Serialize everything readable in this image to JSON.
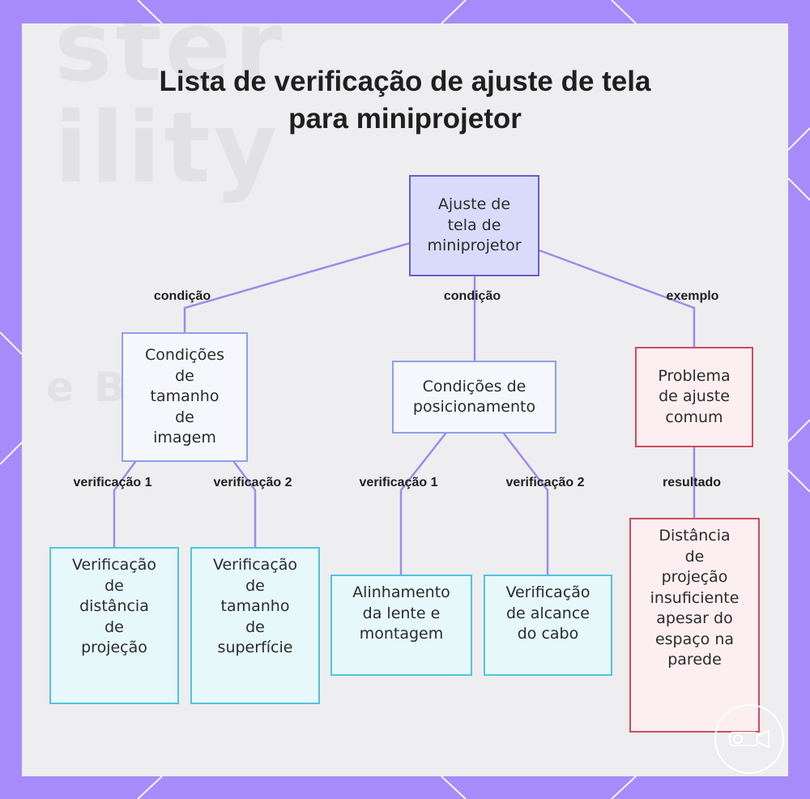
{
  "title": "Lista de verificação de ajuste de tela para miniprojetor",
  "nodes": {
    "root": "Ajuste de\ntela de\nminiprojetor",
    "image_size": "Condições\nde\ntamanho\nde\nimagem",
    "positioning": "Condições de\nposicionamento",
    "common_problem": "Problema\nde ajuste\ncomum",
    "distance_check": "Verificação\nde\ndistância\nde\nprojeção",
    "surface_check": "Verificação\nde\ntamanho\nde\nsuperfície",
    "lens_mount": "Alinhamento\nda lente e\nmontagem",
    "cable_reach": "Verificação\nde alcance\ndo cabo",
    "result": "Distância\nde\nprojeção\ninsuficiente\napesar do\nespaço na\nparede"
  },
  "edge_labels": {
    "root_to_image": "condição",
    "root_to_positioning": "condição",
    "root_to_problem": "exemplo",
    "image_check1": "verificação 1",
    "image_check2": "verificação 2",
    "pos_check1": "verificação 1",
    "pos_check2": "verificação 2",
    "problem_result": "resultado"
  },
  "colors": {
    "frame": "#a78bfa",
    "edge": "#a08be6",
    "root_fill": "#d9dbfb",
    "root_border": "#6a5fc9",
    "condition_border": "#8aa0ea",
    "check_border": "#4ec5dd",
    "problem_border": "#d24a5c"
  }
}
